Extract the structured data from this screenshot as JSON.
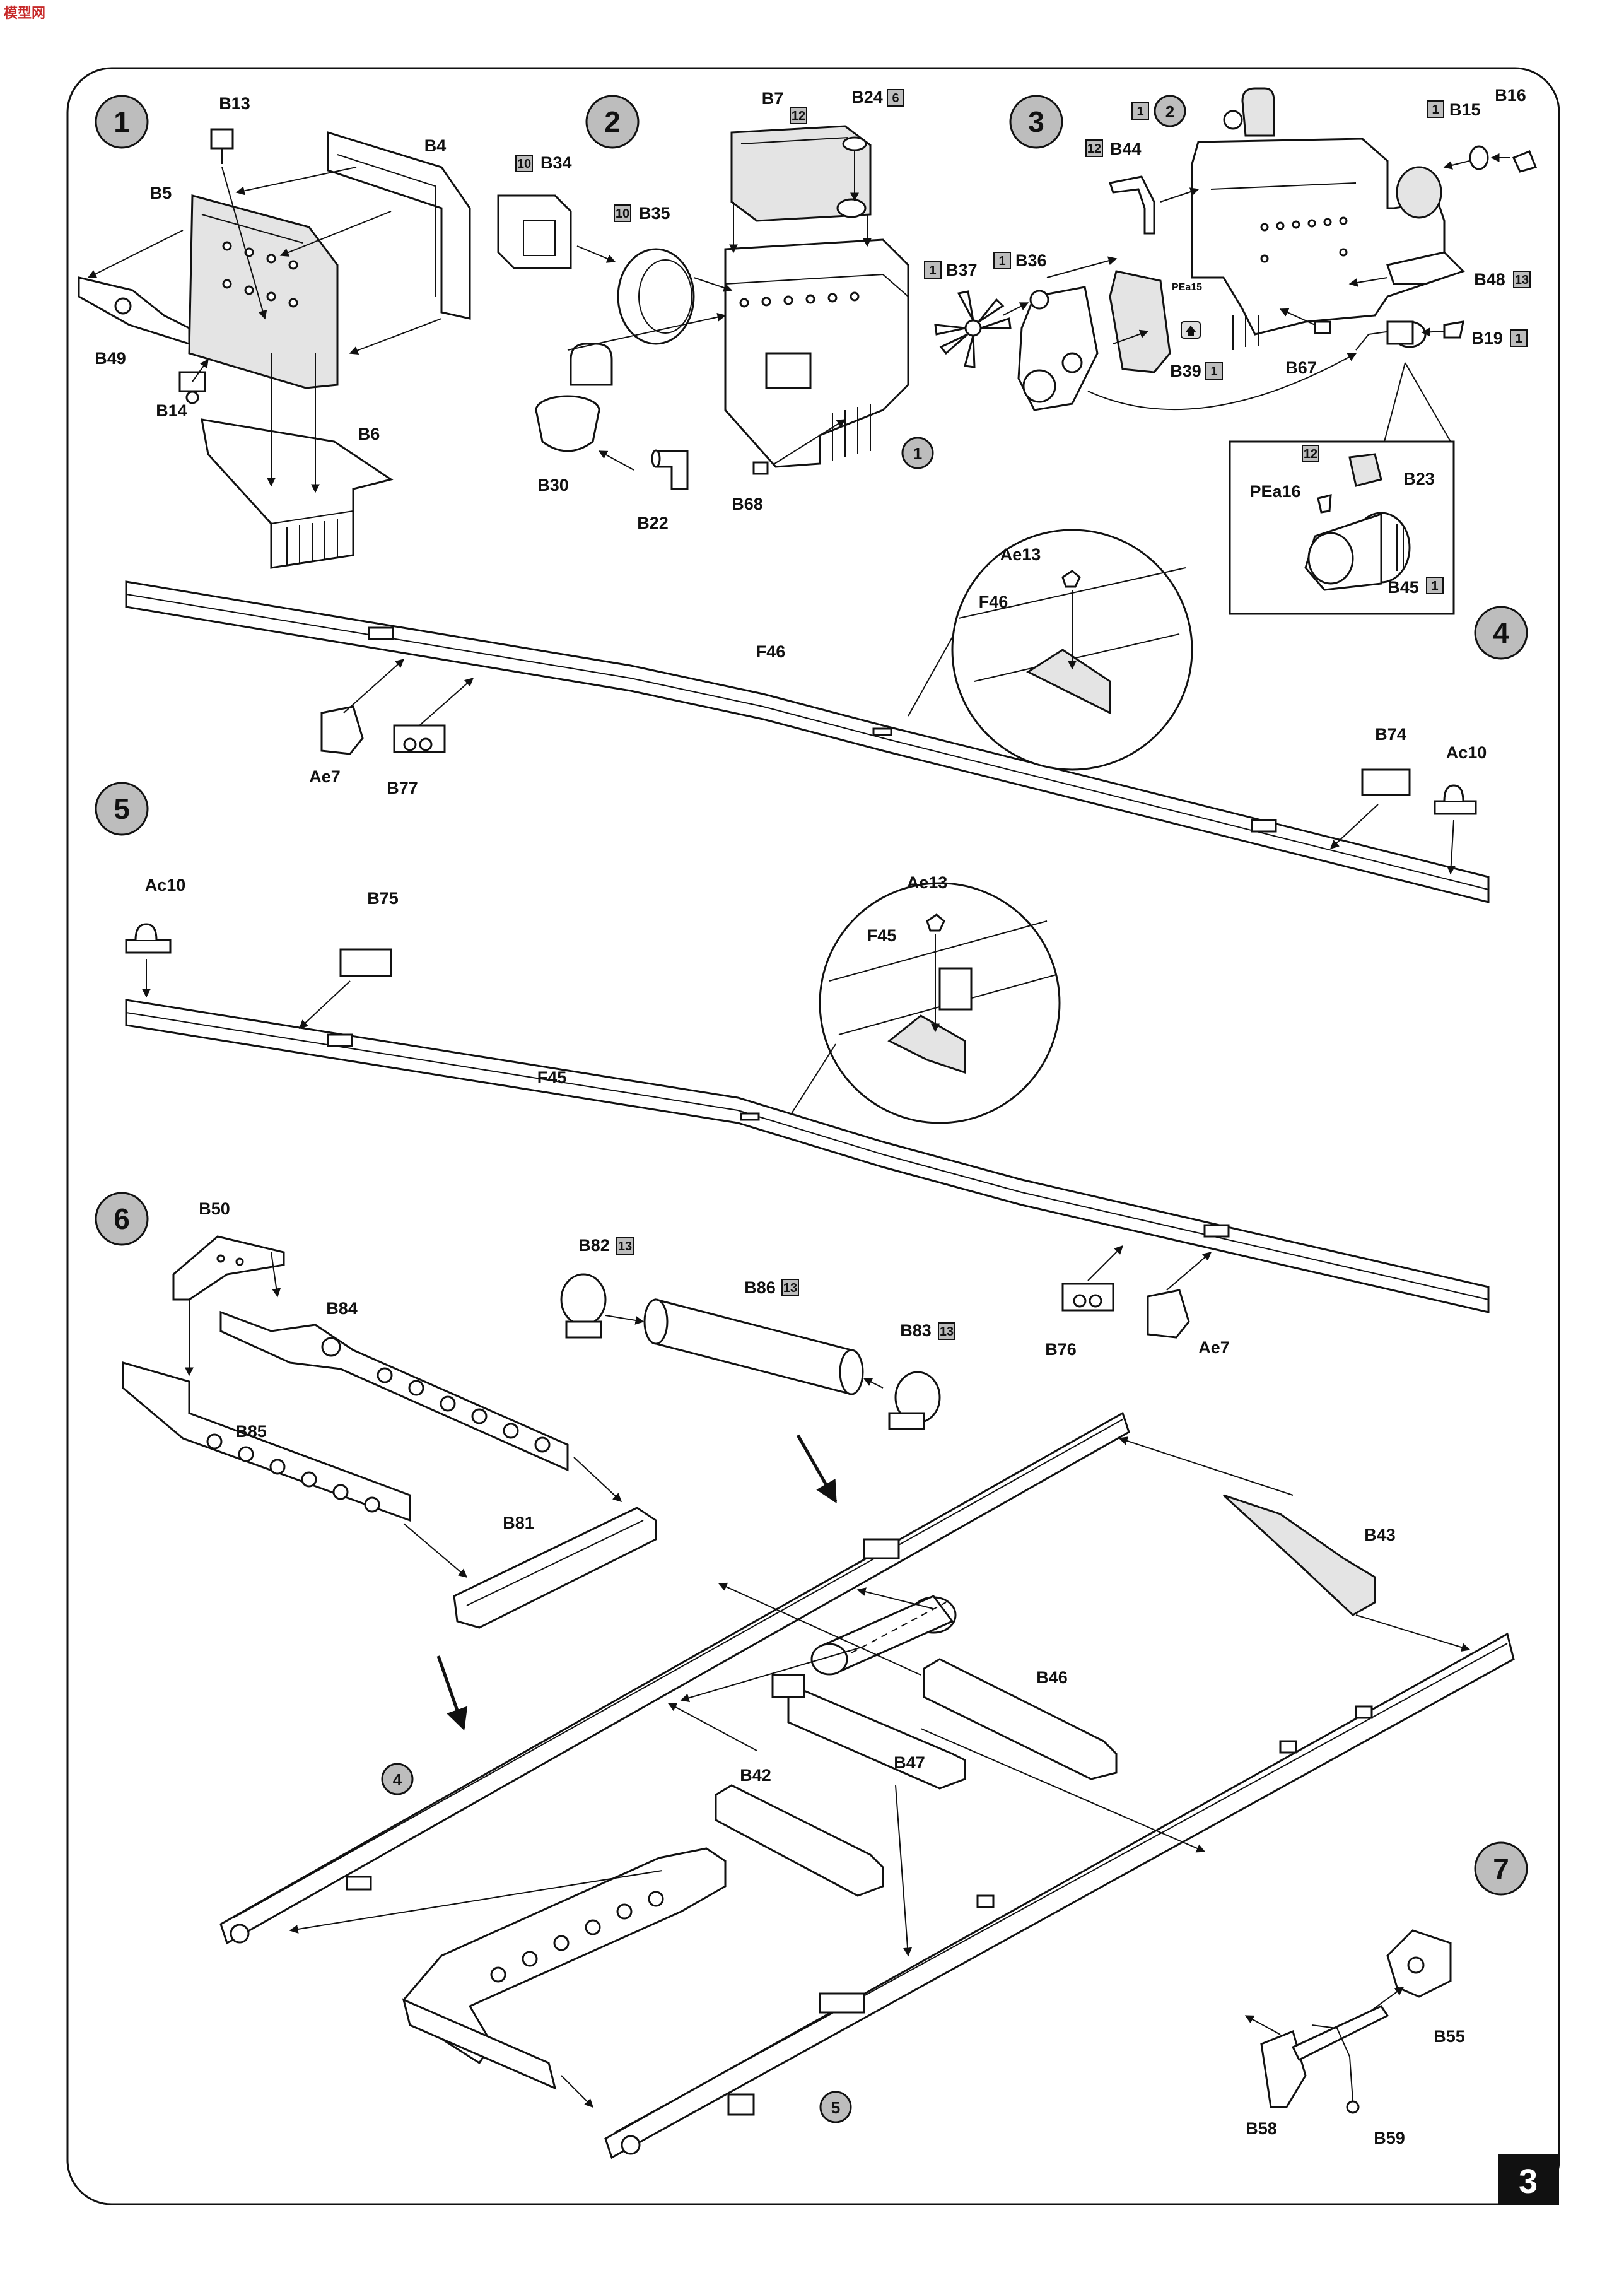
{
  "page": {
    "number": "3",
    "logo": "模型网"
  },
  "steps": [
    {
      "num": "1",
      "labels": [
        "B13",
        "B4",
        "B5",
        "B49",
        "B14",
        "B6"
      ]
    },
    {
      "num": "2",
      "labels": [
        "B34",
        "B35",
        "B30",
        "B22",
        "B7",
        "B24",
        "B68"
      ]
    },
    {
      "num": "3",
      "labels": [
        "B44",
        "B37",
        "B36",
        "B39",
        "B67",
        "B15",
        "B16",
        "B48",
        "B19",
        "B23",
        "PEa16",
        "B45",
        "PEa15"
      ]
    },
    {
      "num": "4",
      "labels": [
        "F46",
        "Ae13",
        "Ae7",
        "B77",
        "B74",
        "Ac10"
      ]
    },
    {
      "num": "5",
      "labels": [
        "Ac10",
        "B75",
        "F45",
        "Ae13",
        "B76",
        "Ae7"
      ]
    },
    {
      "num": "6",
      "labels": [
        "B50",
        "B84",
        "B85",
        "B81",
        "B82",
        "B86",
        "B83",
        "B43",
        "B46",
        "B47",
        "B42"
      ]
    },
    {
      "num": "7",
      "labels": [
        "B55",
        "B58",
        "B59"
      ]
    }
  ],
  "boxes": {
    "b34": "10",
    "b35": "10",
    "b7": "12",
    "b24": "6",
    "b37": "1",
    "b36": "1",
    "b39": "1",
    "b44": "12",
    "s3_2": "1",
    "b15": "1",
    "b48": "13",
    "b19": "1",
    "b23": "12",
    "b45": "1",
    "b82": "13",
    "b86": "13",
    "b83": "13"
  },
  "refs": {
    "s2_ref": "1",
    "s3_ref": "2",
    "s6_ref4": "4",
    "s6_ref5": "5"
  },
  "icons": {
    "step_marker": "circle-badge",
    "part_number_box": "square-box",
    "assembly_arrow": "arrow-icon",
    "swap_hint": "home-arrow-icon"
  }
}
